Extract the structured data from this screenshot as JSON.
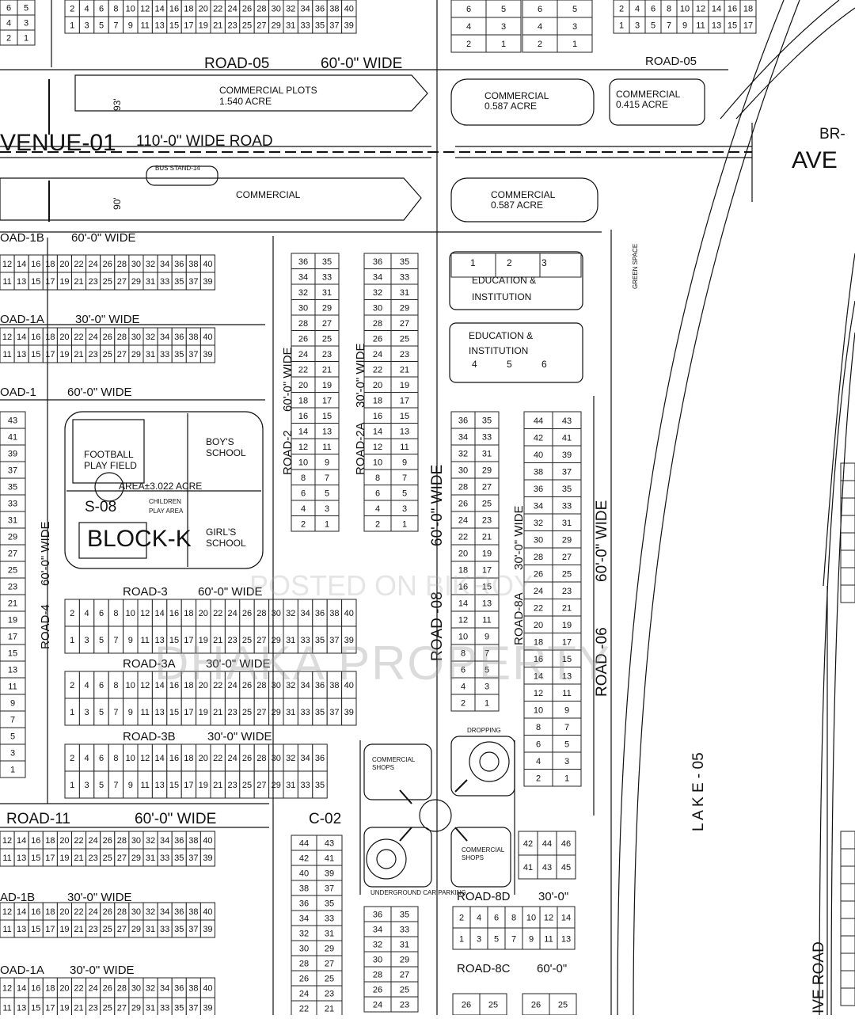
{
  "roads": {
    "road_05": "ROAD-05",
    "road_05_width": "60'-0\" WIDE",
    "road_05_right": "ROAD-05",
    "avenue_01": "VENUE-01",
    "avenue_01_width": "110'-0\" WIDE ROAD",
    "road_1b": "OAD-1B",
    "road_1b_width": "60'-0\" WIDE",
    "road_1a": "OAD-1A",
    "road_1a_width": "30'-0\" WIDE",
    "road_1": "OAD-1",
    "road_1_width": "60'-0\" WIDE",
    "road_2": "ROAD-2",
    "road_2_width": "60'-0\" WIDE",
    "road_2a": "ROAD-2A",
    "road_2a_width": "30'-0\" WIDE",
    "road_3": "ROAD-3",
    "road_3_width": "60'-0\" WIDE",
    "road_3a": "ROAD-3A",
    "road_3a_width": "30'-0\" WIDE",
    "road_3b": "ROAD-3B",
    "road_3b_width": "30'-0\" WIDE",
    "road_4": "ROAD-4",
    "road_4_width": "60'-0\" WIDE",
    "road_08": "ROAD -08",
    "road_08_width": "60'-0\" WIDE",
    "road_8a": "ROAD-8A",
    "road_8a_width": "30'-0\" WIDE",
    "road_06": "ROAD -06",
    "road_06_width": "60'-0\" WIDE",
    "road_11": "ROAD-11",
    "road_11_width": "60'-0\" WIDE",
    "road_1b_lower": "AD-1B",
    "road_1b_lower_width": "30'-0\" WIDE",
    "road_1a_lower": "OAD-1A",
    "road_1a_lower_width": "30'-0\" WIDE",
    "road_8d": "ROAD-8D",
    "road_8d_width": "30'-0\"",
    "road_8c": "ROAD-8C",
    "road_8c_width": "60'-0\"",
    "br_avenue_a": "BR-",
    "br_avenue_b": "AVE",
    "drive_road": "IVE ROAD"
  },
  "features": {
    "commercial_plots": "COMMERCIAL  PLOTS",
    "commercial_plots_area": "1.540 ACRE",
    "commercial_1": "COMMERCIAL",
    "commercial_1_area": "0.587 ACRE",
    "commercial_2": "COMMERCIAL",
    "commercial_2_area": "0.415 ACRE",
    "commercial_3": "COMMERCIAL",
    "commercial_4": "COMMERCIAL",
    "commercial_4_area": "0.587 ACRE",
    "bus_stand": "BUS STAND-14",
    "dim_93": "93'",
    "dim_90": "90'",
    "education_1": "EDUCATION &",
    "education_1b": "INSTITUTION",
    "education_2": "EDUCATION &",
    "education_2b": "INSTITUTION",
    "green_space": "GREEN SPACE",
    "football": "FOOTBALL",
    "play_field": "PLAY FIELD",
    "boys_school_a": "BOY'S",
    "boys_school_b": "SCHOOL",
    "area": "AREA±3.022 ACRE",
    "children_a": "CHILDREN",
    "children_b": "PLAY AREA",
    "s08": "S-08",
    "block": "BLOCK-K",
    "girls_school_a": "GIRL'S",
    "girls_school_b": "SCHOOL",
    "c02": "C-02",
    "lake": "L A K E - 05",
    "commercial_shops_a": "COMMERCIAL",
    "commercial_shops_b": "SHOPS",
    "commercial_shops_c": "COMMERCIAL",
    "commercial_shops_d": "SHOPS",
    "dropping": "DROPPING",
    "underground_parking": "UNDERGROUND CAR PARKING"
  },
  "watermark": {
    "line1": "POSTED ON BIKROY",
    "line2": "DHAKA PROPERTY"
  }
}
